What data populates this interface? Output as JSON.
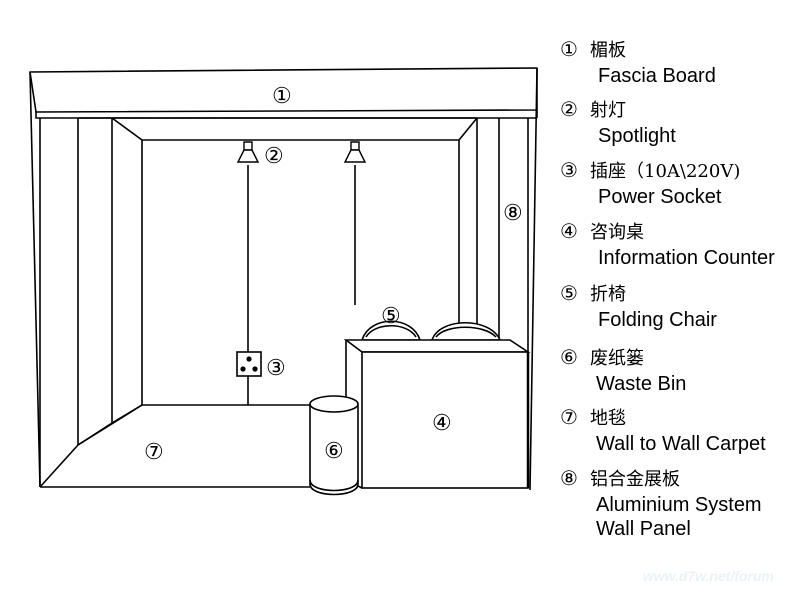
{
  "diagram": {
    "labels": {
      "fascia": "①",
      "spotlight": "②",
      "socket": "③",
      "counter": "④",
      "chair": "⑤",
      "bin": "⑥",
      "carpet": "⑦",
      "panel": "⑧"
    }
  },
  "legend": {
    "items": [
      {
        "num": "①",
        "zh": "楣板",
        "en": [
          "Fascia Board"
        ]
      },
      {
        "num": "②",
        "zh": "射灯",
        "en": [
          "Spotlight"
        ]
      },
      {
        "num": "③",
        "zh": "插座（10A\\220V)",
        "en": [
          "Power Socket"
        ]
      },
      {
        "num": "④",
        "zh": "咨询桌",
        "en": [
          "Information Counter"
        ]
      },
      {
        "num": "⑤",
        "zh": "折椅",
        "en": [
          "Folding Chair"
        ]
      },
      {
        "num": "⑥",
        "zh": "废纸篓",
        "en": [
          "Waste Bin"
        ]
      },
      {
        "num": "⑦",
        "zh": "地毯",
        "en": [
          "Wall to Wall Carpet"
        ]
      },
      {
        "num": "⑧",
        "zh": "铝合金展板",
        "en": [
          "Aluminium System",
          "Wall Panel"
        ]
      }
    ]
  },
  "watermark": "www.d7w.net/forum"
}
